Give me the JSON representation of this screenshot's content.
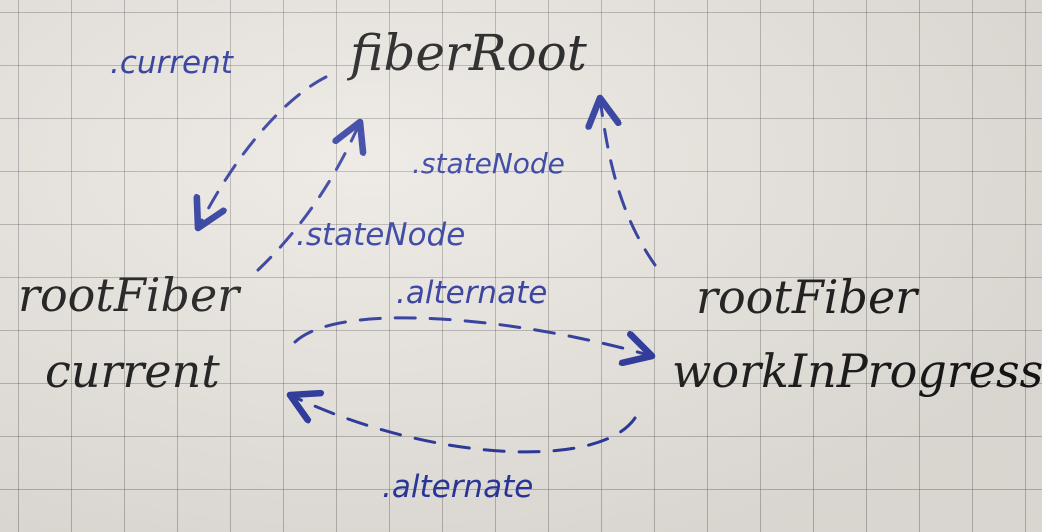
{
  "colors": {
    "black_ink": "#151515",
    "blue_ink": "#23309a",
    "paper": "#ebe7e1",
    "grid": "#5a5a5a"
  },
  "nodes": {
    "fiber_root": "fiberRoot",
    "root_fiber_left": "rootFiber",
    "current_label": "current",
    "root_fiber_right": "rootFiber",
    "work_in_progress_label": "workInProgress"
  },
  "edges": {
    "root_to_current": ".current",
    "left_state_node": ".stateNode",
    "right_state_node": ".stateNode",
    "alternate_top": ".alternate",
    "alternate_bottom": ".alternate"
  }
}
